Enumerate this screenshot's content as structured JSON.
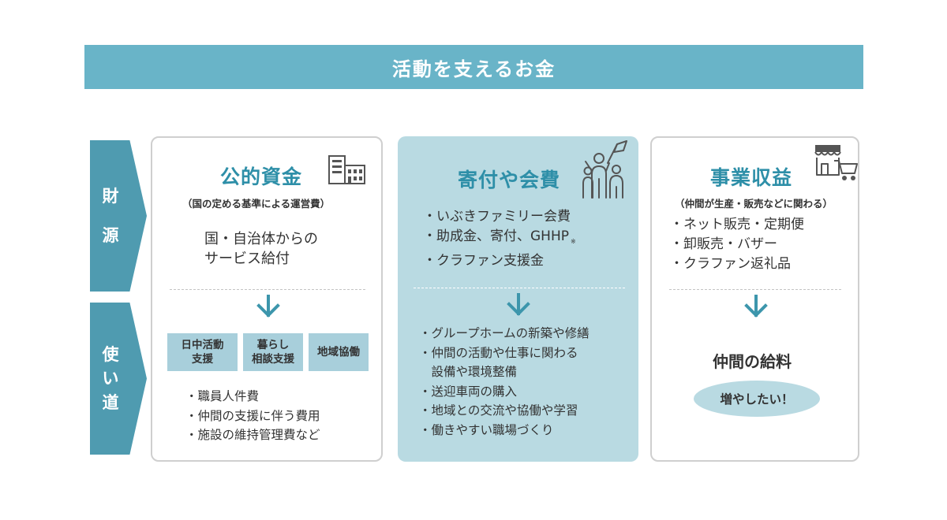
{
  "header": {
    "title": "活動を支えるお金"
  },
  "side_tabs": {
    "source": [
      "財",
      "源"
    ],
    "use": [
      "使",
      "い",
      "道"
    ]
  },
  "public_funds": {
    "title": "公的資金",
    "subtitle": "（国の定める基準による運営費）",
    "source_lines": [
      "国・自治体からの",
      "サービス給付"
    ],
    "categories": [
      {
        "lines": [
          "日中活動",
          "支援"
        ]
      },
      {
        "lines": [
          "暮らし",
          "相談支援"
        ]
      },
      {
        "lines": [
          "地域協働"
        ]
      }
    ],
    "uses": [
      "・職員人件費",
      "・仲間の支援に伴う費用",
      "・施設の維持管理費など"
    ],
    "icon": "building-icon"
  },
  "donations": {
    "title": "寄付や会費",
    "sources": [
      "・いぶきファミリー会費",
      "・助成金、寄付、GHHP",
      "・クラファン支援金"
    ],
    "note_mark": "※",
    "uses": [
      "・グループホームの新築や修繕",
      "・仲間の活動や仕事に関わる",
      "　設備や環境整備",
      "・送迎車両の購入",
      "・地域との交流や協働や学習",
      "・働きやすい職場づくり"
    ],
    "icon": "people-flag-icon"
  },
  "business": {
    "title": "事業収益",
    "subtitle": "（仲間が生産・販売などに関わる）",
    "sources": [
      "・ネット販売・定期便",
      "・卸販売・バザー",
      "・クラファン返礼品"
    ],
    "use_title": "仲間の給料",
    "use_pill": "増やしたい！",
    "icon": "shop-cart-icon"
  },
  "colors": {
    "banner": "#69b4c8",
    "side_tab": "#4f9bb0",
    "accent_title": "#2e8fa8",
    "arrow": "#3d96ac",
    "chip": "#a8cfdb",
    "donation_panel": "#b9dae2"
  }
}
